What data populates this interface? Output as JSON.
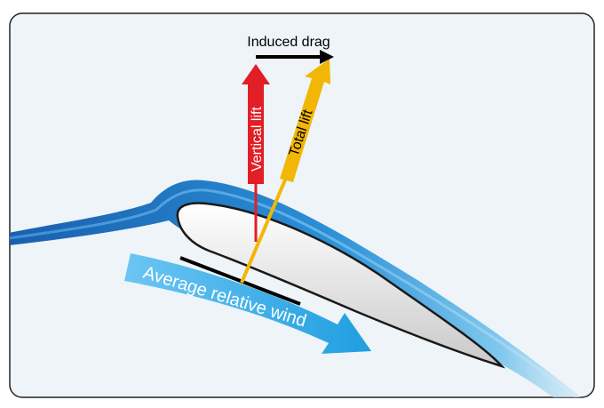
{
  "labels": {
    "induced_drag": "Induced drag",
    "vertical_lift": "Vertical lift",
    "total_lift": "Total lift",
    "relative_wind": "Average relative wind"
  },
  "colors": {
    "background": "#eef4f8",
    "frame": "#222222",
    "airflow_dark": "#1a5fae",
    "airflow_light": "#6fc2ee",
    "wind_arrow": "#29a6e3",
    "vertical_lift": "#e21e26",
    "total_lift": "#f2b705",
    "induced_drag": "#000000",
    "airfoil": "#e8e8e8"
  }
}
